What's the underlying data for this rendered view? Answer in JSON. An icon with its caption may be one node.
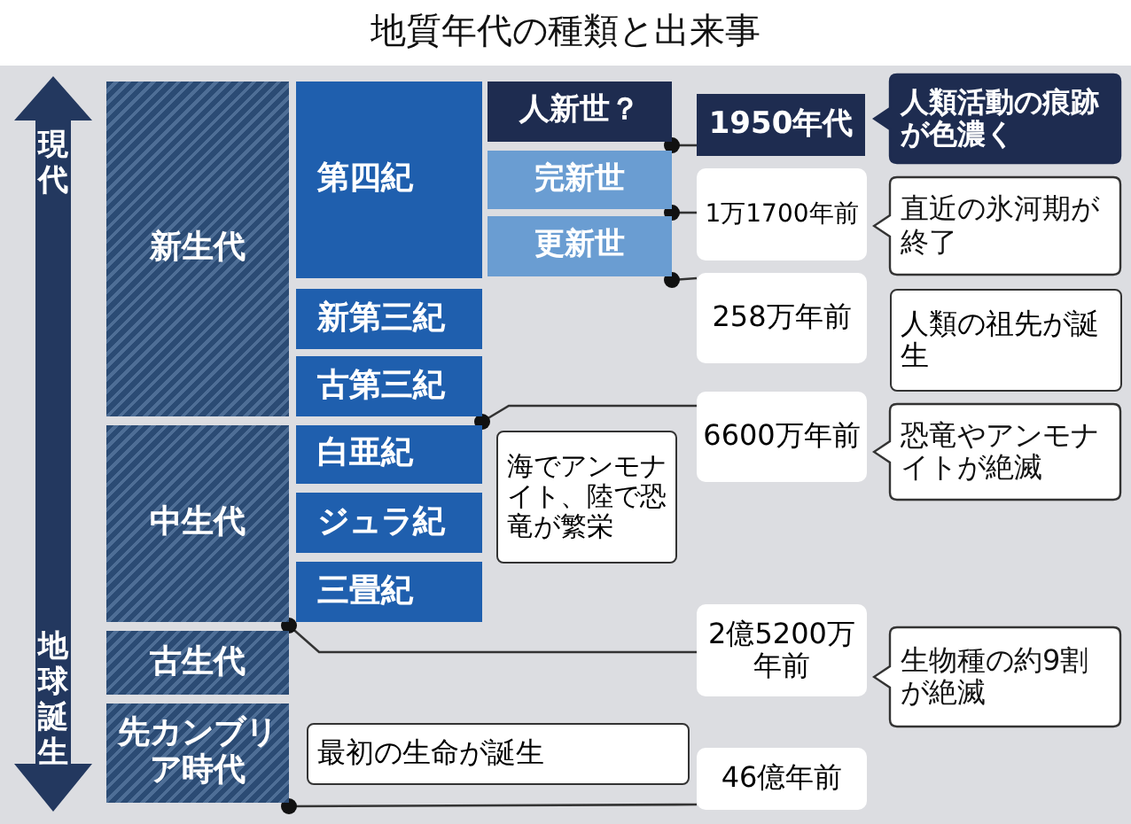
{
  "diagram": {
    "title": "地質年代の種類と出来事",
    "nodes": [
      {
        "text": [
          "新生代"
        ]
      },
      {
        "text": [
          "中生代"
        ]
      },
      {
        "text": [
          "古生代"
        ]
      },
      {
        "text": [
          "先カンブリア時代"
        ]
      },
      {
        "text": [
          "第四紀"
        ]
      },
      {
        "text": [
          "新第三紀"
        ]
      },
      {
        "text": [
          "古第三紀"
        ]
      },
      {
        "text": [
          "白亜紀"
        ]
      },
      {
        "text": [
          "ジュラ紀"
        ]
      },
      {
        "text": [
          "三畳紀"
        ]
      },
      {
        "text": [
          "人新世？"
        ]
      },
      {
        "text": [
          "完新世"
        ]
      },
      {
        "text": [
          "更新世"
        ]
      },
      {
        "text": [
          "1950年代"
        ]
      },
      {
        "text": [
          "1万1700年前"
        ]
      },
      {
        "text": [
          "258万年前"
        ]
      },
      {
        "text": [
          "6600万年前"
        ]
      },
      {
        "text": [
          "2億5200万年前"
        ]
      },
      {
        "text": [
          "46億年前"
        ]
      },
      {
        "text": [
          "人類活動の痕跡が色濃く"
        ]
      },
      {
        "text": [
          "直近の氷河期が終了"
        ]
      },
      {
        "text": [
          "人類の祖先が誕生"
        ]
      },
      {
        "text": [
          "恐竜やアンモナイトが絶滅"
        ]
      },
      {
        "text": [
          "海でアンモナイト、陸で恐竜が繁栄"
        ]
      },
      {
        "text": [
          "生物種の約9割が絶滅"
        ]
      },
      {
        "text": [
          "最初の生命が誕生"
        ]
      }
    ],
    "edges": [
      {
        "from": 10,
        "to": 13,
        "arrow": "other"
      },
      {
        "from": 11,
        "to": 14,
        "arrow": "other"
      },
      {
        "from": 12,
        "to": 15,
        "arrow": "other"
      },
      {
        "from": 7,
        "to": 16,
        "arrow": "other"
      },
      {
        "from": 1,
        "to": 17,
        "arrow": "other"
      },
      {
        "from": 3,
        "to": 18,
        "arrow": "other"
      }
    ],
    "labels": [
      "現代",
      "地球誕生"
    ]
  }
}
